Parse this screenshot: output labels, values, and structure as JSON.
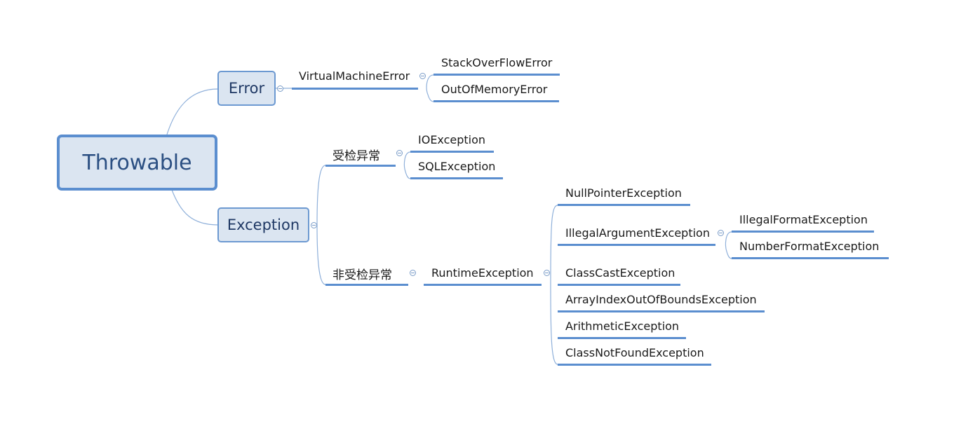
{
  "root": "Throwable",
  "error": {
    "label": "Error",
    "child": "VirtualMachineError",
    "leaves": [
      "StackOverFlowError",
      "OutOfMemoryError"
    ]
  },
  "exception": {
    "label": "Exception",
    "checked": {
      "label": "受检异常",
      "leaves": [
        "IOException",
        "SQLException"
      ]
    },
    "unchecked": {
      "label": "非受检异常",
      "runtime": {
        "label": "RuntimeException",
        "children": [
          "NullPointerException",
          "IllegalArgumentException",
          "ClassCastException",
          "ArrayIndexOutOfBoundsException",
          "ArithmeticException",
          "ClassNotFoundException"
        ],
        "illegal_argument_children": [
          "IllegalFormatException",
          "NumberFormatException"
        ]
      }
    }
  },
  "colors": {
    "line": "#5b8ecf",
    "topic_fill": "#dbe5f1",
    "topic_border": "#6c99d1"
  }
}
